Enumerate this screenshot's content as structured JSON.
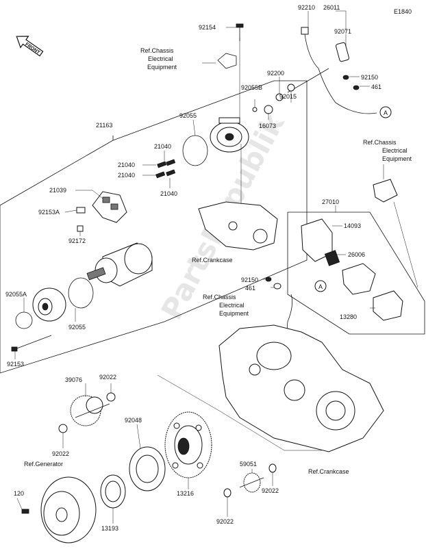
{
  "diagram_code": "E1840",
  "front_label": "FRONT",
  "watermark": "PartsRepublik",
  "refs": {
    "chassis_electrical_1": [
      "Ref.Chassis",
      "Electrical",
      "Equipment"
    ],
    "chassis_electrical_2": [
      "Ref.Chassis",
      "Electrical",
      "Equipment"
    ],
    "chassis_electrical_3": [
      "Ref.Chassis",
      "Electrical",
      "Equipment"
    ],
    "crankcase_1": "Ref.Crankcase",
    "crankcase_2": "Ref.Crankcase",
    "generator": "Ref.Generator"
  },
  "callouts": {
    "a1": "A",
    "a2": "A"
  },
  "parts": {
    "p92154": "92154",
    "p92210": "92210",
    "p26011": "26011",
    "p92071": "92071",
    "p92200": "92200",
    "p92150a": "92150",
    "p461a": "461",
    "p92055B": "92055B",
    "p92015": "92015",
    "p16073": "16073",
    "p21163": "21163",
    "p92055a": "92055",
    "p21040a": "21040",
    "p21040b": "21040",
    "p21040c": "21040",
    "p21040d": "21040",
    "p21039": "21039",
    "p92153A": "92153A",
    "p92172": "92172",
    "p92055A": "92055A",
    "p92055b": "92055",
    "p92153": "92153",
    "p27010": "27010",
    "p14093": "14093",
    "p26006": "26006",
    "p13280": "13280",
    "p92150b": "92150",
    "p461b": "461",
    "p39076": "39076",
    "p92022a": "92022",
    "p92022b": "92022",
    "p92048": "92048",
    "p120": "120",
    "p13193": "13193",
    "p13216": "13216",
    "p59051": "59051",
    "p92022c": "92022",
    "p92022d": "92022"
  }
}
